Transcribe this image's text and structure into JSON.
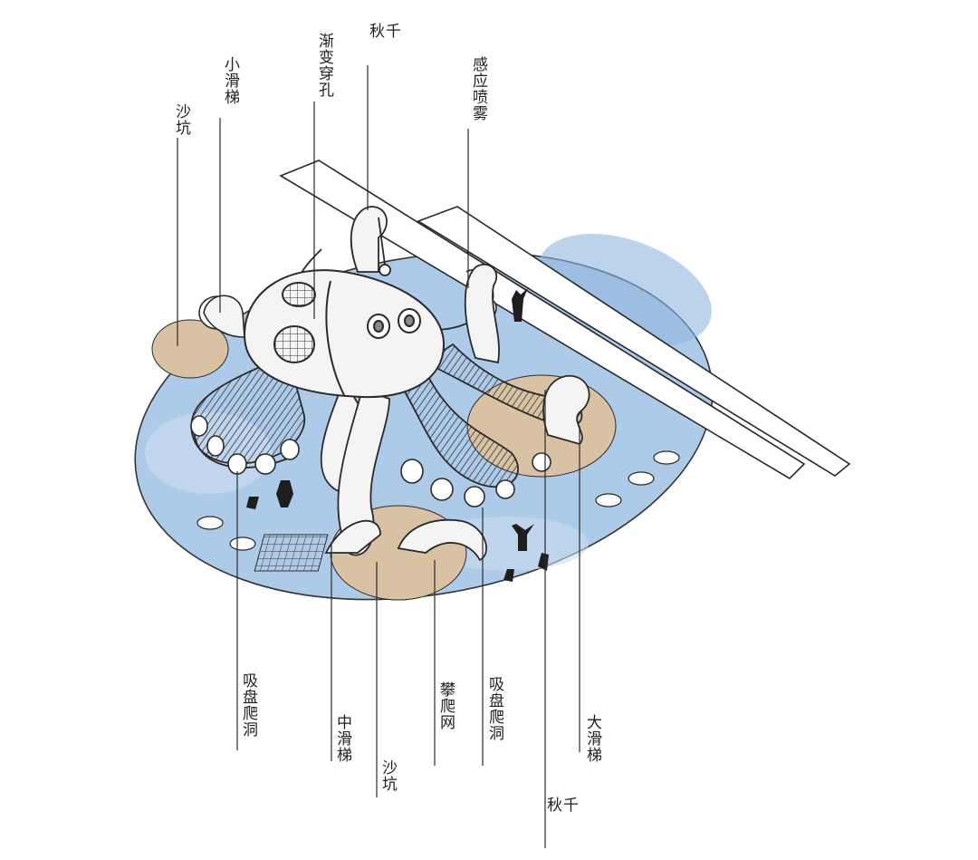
{
  "labels": {
    "top": [
      {
        "key": "sand_pit_top",
        "text": "沙坑"
      },
      {
        "key": "small_slide",
        "text": "小滑梯"
      },
      {
        "key": "gradient_holes",
        "text": "渐变穿孔"
      },
      {
        "key": "swing_top",
        "text": "秋千"
      },
      {
        "key": "sensor_spray",
        "text": "感应喷雾"
      }
    ],
    "bottom": [
      {
        "key": "suction_crawl_left",
        "text": "吸盘爬洞"
      },
      {
        "key": "medium_slide",
        "text": "中滑梯"
      },
      {
        "key": "sand_pit_bottom",
        "text": "沙坑"
      },
      {
        "key": "climbing_net",
        "text": "攀爬网"
      },
      {
        "key": "suction_crawl_right",
        "text": "吸盘爬洞"
      },
      {
        "key": "swing_bottom",
        "text": "秋千"
      },
      {
        "key": "big_slide",
        "text": "大滑梯"
      }
    ]
  },
  "colors": {
    "water": "#a9c8e8",
    "water_dark": "#8fb5de",
    "sand": "#d9c2a3",
    "ink": "#2a2a2a",
    "body": "#f4f4f4"
  }
}
